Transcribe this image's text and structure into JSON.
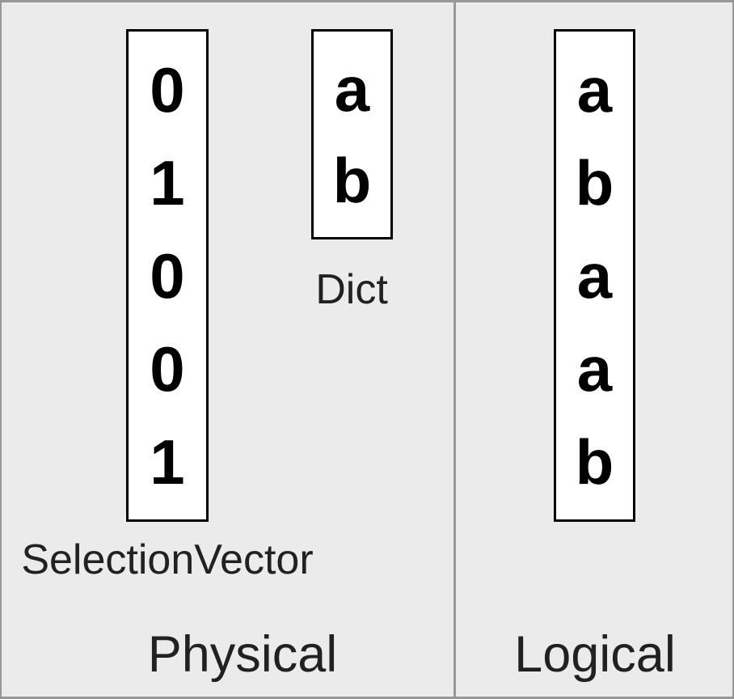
{
  "colors": {
    "background": "#ebebeb",
    "frame_border": "#979797",
    "divider": "#979797",
    "box_border": "#000000",
    "box_background": "#ffffff",
    "value_text": "#000000",
    "label_text": "#212121"
  },
  "physical_panel": {
    "title": "Physical",
    "selection_vector": {
      "label": "SelectionVector",
      "values": [
        "0",
        "1",
        "0",
        "0",
        "1"
      ]
    },
    "dict": {
      "label": "Dict",
      "values": [
        "a",
        "b"
      ]
    }
  },
  "logical_panel": {
    "title": "Logical",
    "column": {
      "values": [
        "a",
        "b",
        "a",
        "a",
        "b"
      ]
    }
  }
}
